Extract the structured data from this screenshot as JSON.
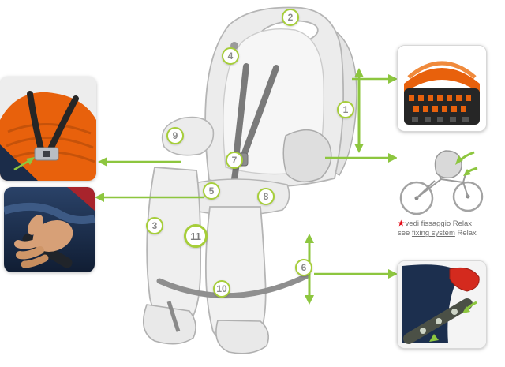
{
  "colors": {
    "accent_green": "#8dc63f",
    "callout_ring": "#a6ce39",
    "callout_number": "#8a8a8a",
    "seat_orange": "#e8610c",
    "dark_navy": "#1c2f4e",
    "lever_red": "#d42a1e",
    "note_star_red": "#e30613",
    "drawing_gray": "#b5b5b5"
  },
  "callouts": [
    {
      "label": "1"
    },
    {
      "label": "2"
    },
    {
      "label": "3"
    },
    {
      "label": "4"
    },
    {
      "label": "5"
    },
    {
      "label": "6"
    },
    {
      "label": "7"
    },
    {
      "label": "8"
    },
    {
      "label": "9"
    },
    {
      "label": "10"
    },
    {
      "label": "11"
    }
  ],
  "note": {
    "star": "★",
    "it_pre": "vedi ",
    "it_link": "fissaggio",
    "it_post": " Relax",
    "en_pre": "see ",
    "en_link": "fixing system",
    "en_post": " Relax"
  }
}
